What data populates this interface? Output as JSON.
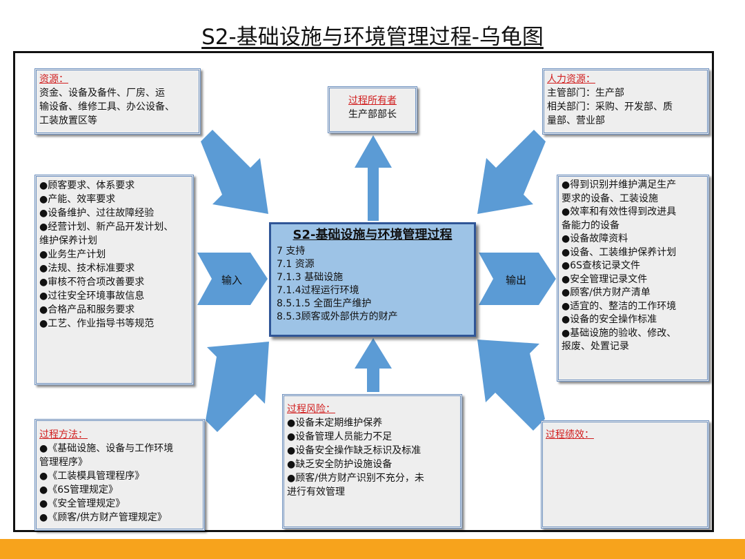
{
  "title": "S2-基础设施与环境管理过程-乌龟图",
  "colors": {
    "arrow": "#5b9bd5",
    "header_red": "#d11e1e",
    "box_fill": "#eeeeee",
    "center_fill": "#9dc3e6",
    "orange_bar": "#f7a31c"
  },
  "resources": {
    "header": "资源：",
    "lines": [
      "资金、设备及备件、厂房、运",
      "输设备、维修工具、办公设备、",
      "工装放置区等"
    ]
  },
  "owner": {
    "header": "过程所有者",
    "text": "生产部部长"
  },
  "human": {
    "header": "人力资源：",
    "lines": [
      "主管部门：生产部",
      "相关部门：采购、开发部、质",
      "量部、营业部"
    ]
  },
  "inputs": {
    "items": [
      "●顾客要求、体系要求",
      "●产能、效率要求",
      "●设备维护、过往故障经验",
      "●经营计划、新产品开发计划、",
      "维护保养计划",
      "●业务生产计划",
      "●法规、技术标准要求",
      "●审核不符合项改善要求",
      "●过往安全环境事故信息",
      "●合格产品和服务要求",
      "●工艺、作业指导书等规范"
    ]
  },
  "input_label": "输入",
  "center": {
    "title": "S2-基础设施与环境管理过程",
    "lines": [
      "7 支持",
      "7.1 资源",
      "7.1.3 基础设施",
      "7.1.4过程运行环境",
      "8.5.1.5 全面生产维护",
      "8.5.3顾客或外部供方的财产"
    ]
  },
  "output_label": "输出",
  "outputs": {
    "items": [
      "●得到识别并维护满足生产",
      "要求的设备、工装设施",
      "●效率和有效性得到改进具",
      "备能力的设备",
      "●设备故障资料",
      "●设备、工装维护保养计划",
      "●6S查核记录文件",
      "●安全管理记录文件",
      "●顾客/供方财产清单",
      "●适宜的、整洁的工作环境",
      "●设备的安全操作标准",
      "●基础设施的验收、修改、",
      "报废、处置记录"
    ]
  },
  "methods": {
    "header": "过程方法：",
    "items": [
      "●《基础设施、设备与工作环境",
      "管理程序》",
      "●《工装模具管理程序》",
      "●《6S管理规定》",
      "●《安全管理规定》",
      "●《顾客/供方财产管理规定》"
    ]
  },
  "risks": {
    "header": "过程风险：",
    "items": [
      "●设备未定期维护保养",
      "●设备管理人员能力不足",
      "●设备安全操作缺乏标识及标准",
      "●缺乏安全防护设施设备",
      "●顾客/供方财产识别不充分，未",
      "进行有效管理"
    ]
  },
  "performance": {
    "header": "过程绩效："
  }
}
